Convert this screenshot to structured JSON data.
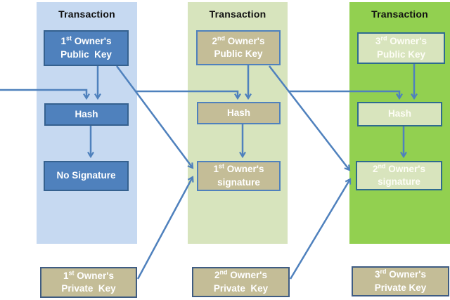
{
  "diagram": {
    "title_repeated_header": "Transaction",
    "columns": [
      {
        "header": "Transaction",
        "public_key": {
          "num": "1",
          "sup": "st",
          "rest": " Owner's",
          "line2": "Public  Key"
        },
        "hash_label": "Hash",
        "bottom_label": "No Signature"
      },
      {
        "header": "Transaction",
        "public_key": {
          "num": "2",
          "sup": "nd",
          "rest": " Owner's",
          "line2": "Public Key"
        },
        "hash_label": "Hash",
        "signature": {
          "num": "1",
          "sup": "st",
          "rest": " Owner's",
          "line2": "signature"
        }
      },
      {
        "header": "Transaction",
        "public_key": {
          "num": "3",
          "sup": "rd",
          "rest": " Owner's",
          "line2": "Public Key"
        },
        "hash_label": "Hash",
        "signature": {
          "num": "2",
          "sup": "nd",
          "rest": " Owner's",
          "line2": "signature"
        }
      }
    ],
    "private_keys": [
      {
        "num": "1",
        "sup": "st",
        "rest": " Owner's",
        "line2": "Private  Key"
      },
      {
        "num": "2",
        "sup": "nd",
        "rest": " Owner's",
        "line2": "Private  Key"
      },
      {
        "num": "3",
        "sup": "rd",
        "rest": " Owner's",
        "line2": "Private Key"
      }
    ],
    "connections": [
      "left-edge-to-hash-1",
      "public-key-1-to-hash-1",
      "hash-1-to-no-signature",
      "public-key-1-to-signature-in-tx2",
      "tx1-to-hash-2",
      "public-key-2-to-hash-2",
      "hash-2-to-signature-tx2",
      "public-key-2-to-signature-in-tx3",
      "tx2-to-hash-3",
      "public-key-3-to-hash-3",
      "hash-3-to-signature-tx3",
      "private-key-1-to-signature-tx2",
      "private-key-2-to-signature-tx3"
    ],
    "colors": {
      "column1_bg": "#c6d9f1",
      "column2_bg": "#d7e4bd",
      "column3_bg": "#92d050",
      "blue_box_fill": "#4f81bd",
      "blue_box_border": "#35618f",
      "tan_box_fill": "#c4bd97",
      "tan_box_border": "#4f81bd",
      "pale_green_box_fill": "#d8e4bd",
      "pale_green_box_border": "#2e6b8f",
      "private_key_border": "#3f5c82",
      "arrow": "#4f81bd",
      "box_text": "#ffffff",
      "header_text": "#000000"
    }
  }
}
